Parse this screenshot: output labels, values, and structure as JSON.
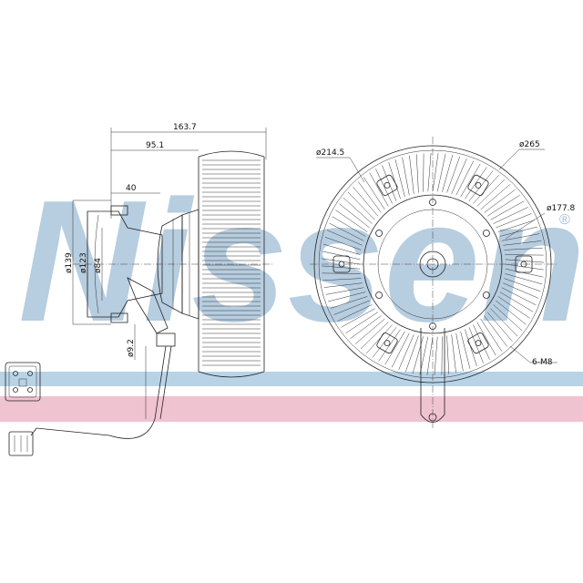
{
  "watermark": {
    "text": "Nissens",
    "registered_mark": "®",
    "text_color": "#9fbdd6",
    "band_blue": "#b9d3e6",
    "band_pink": "#efc3cf"
  },
  "dimensions": {
    "overall_length": "163.7",
    "hub_length": "95.1",
    "flange_length": "40",
    "dia_139": "ø139",
    "dia_123": "ø123",
    "dia_84": "ø84",
    "dia_9_2": "ø9.2",
    "dia_214_5": "ø214.5",
    "dia_265": "ø265",
    "dia_177_8": "ø177.8",
    "bolts": "6-M8"
  }
}
